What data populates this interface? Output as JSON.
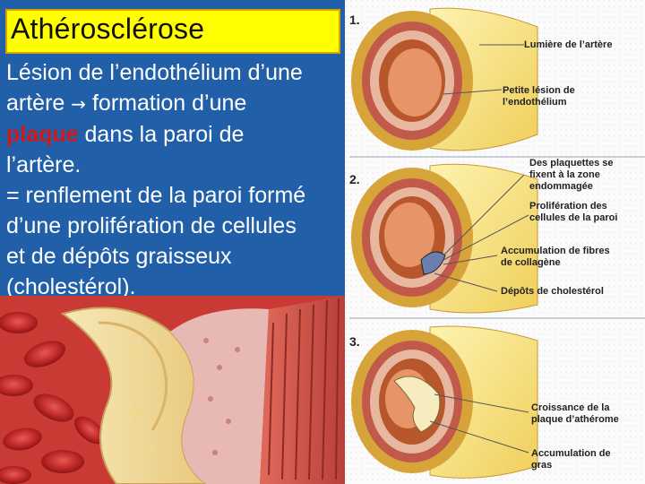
{
  "title": "Athérosclérose",
  "body": {
    "line1": "Lésion de l’endothélium d’une",
    "line2_pre": "artère ",
    "arrow": "→",
    "line2_post": " formation d’une",
    "line3_red": "plaque",
    "line3_rest": " dans la paroi de",
    "line4": "l’artère.",
    "line5": "= renflement de la paroi formé",
    "line6": "d’une prolifération de cellules",
    "line7": "et de dépôts graisseux",
    "line8": "(cholestérol)."
  },
  "panels": [
    {
      "number": "1.",
      "labels": [
        "Lumière de l’artère",
        "Petite lésion de",
        "l’endothélium"
      ]
    },
    {
      "number": "2.",
      "labels": [
        "Des plaquettes se",
        "fixent à la zone",
        "endommagée",
        "Prolifération des",
        "cellules de la paroi",
        "Accumulation de fibres",
        "de collagène",
        "Dépôts de cholestérol"
      ]
    },
    {
      "number": "3.",
      "labels": [
        "Croissance de la",
        "plaque d’athérome",
        "Accumulation de",
        "gras"
      ]
    }
  ],
  "colors": {
    "title_bg": "#ffff00",
    "slide_bg": "#2160a9",
    "highlight": "#d2191a"
  }
}
